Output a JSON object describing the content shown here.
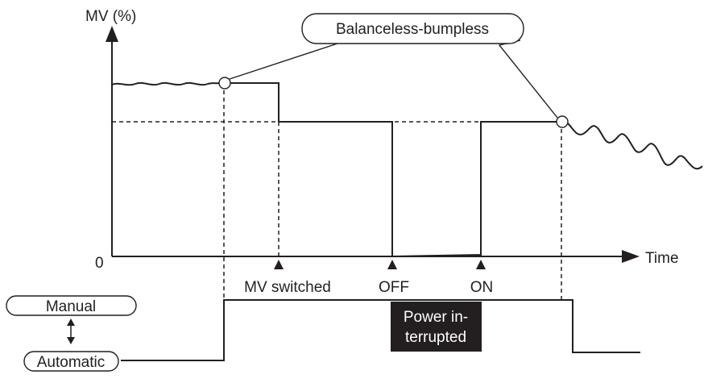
{
  "axis": {
    "y_label": "MV (%)",
    "x_label": "Time",
    "origin_label": "0"
  },
  "callout": {
    "label": "Balanceless-bumpless"
  },
  "markers": {
    "mv_switched": "MV switched",
    "off": "OFF",
    "on": "ON"
  },
  "power_box": {
    "line1": "Power in-",
    "line2": "terrupted",
    "fill_color": "#231f20",
    "text_color": "#ffffff"
  },
  "mode": {
    "manual": "Manual",
    "automatic": "Automatic"
  },
  "colors": {
    "line": "#231f20",
    "background": "#ffffff"
  }
}
